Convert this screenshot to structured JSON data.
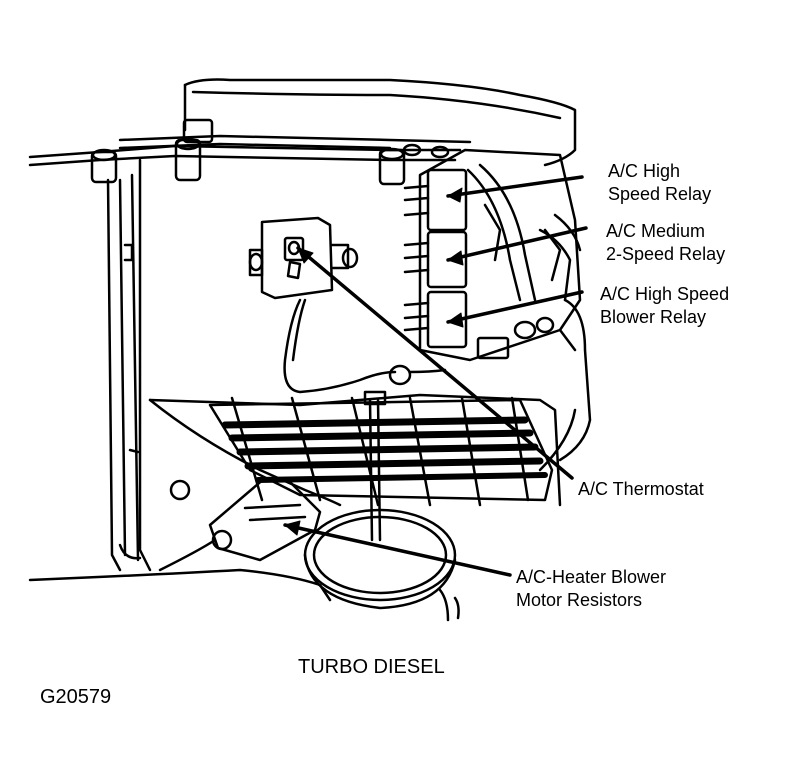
{
  "labels": {
    "high_speed_relay": [
      "A/C High",
      "Speed Relay"
    ],
    "medium_relay": [
      "A/C Medium",
      "2-Speed Relay"
    ],
    "blower_relay": [
      "A/C High Speed",
      "Blower Relay"
    ],
    "thermostat": [
      "A/C Thermostat"
    ],
    "resistors": [
      "A/C-Heater Blower",
      "Motor Resistors"
    ]
  },
  "caption": "TURBO DIESEL",
  "figure_id": "G20579",
  "colors": {
    "ink": "#000000",
    "paper": "#ffffff"
  }
}
